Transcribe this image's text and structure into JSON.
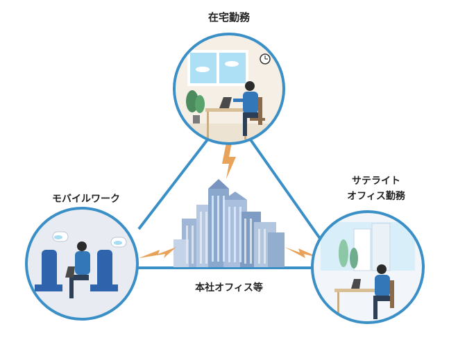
{
  "labels": {
    "home": "在宅勤務",
    "mobile": "モバイルワーク",
    "satellite_line1": "サテライト",
    "satellite_line2": "オフィス勤務",
    "hq": "本社オフィス等"
  },
  "colors": {
    "accent_blue": "#3a8fc7",
    "lightning_orange": "#e8a25a",
    "building_blue": "#8aa7cc",
    "shirt_blue": "#3477b8"
  },
  "icons": [
    "clock-icon",
    "plant-icon",
    "laptop-icon",
    "lightning-icon",
    "city-buildings-icon",
    "airplane-seat-icon"
  ]
}
